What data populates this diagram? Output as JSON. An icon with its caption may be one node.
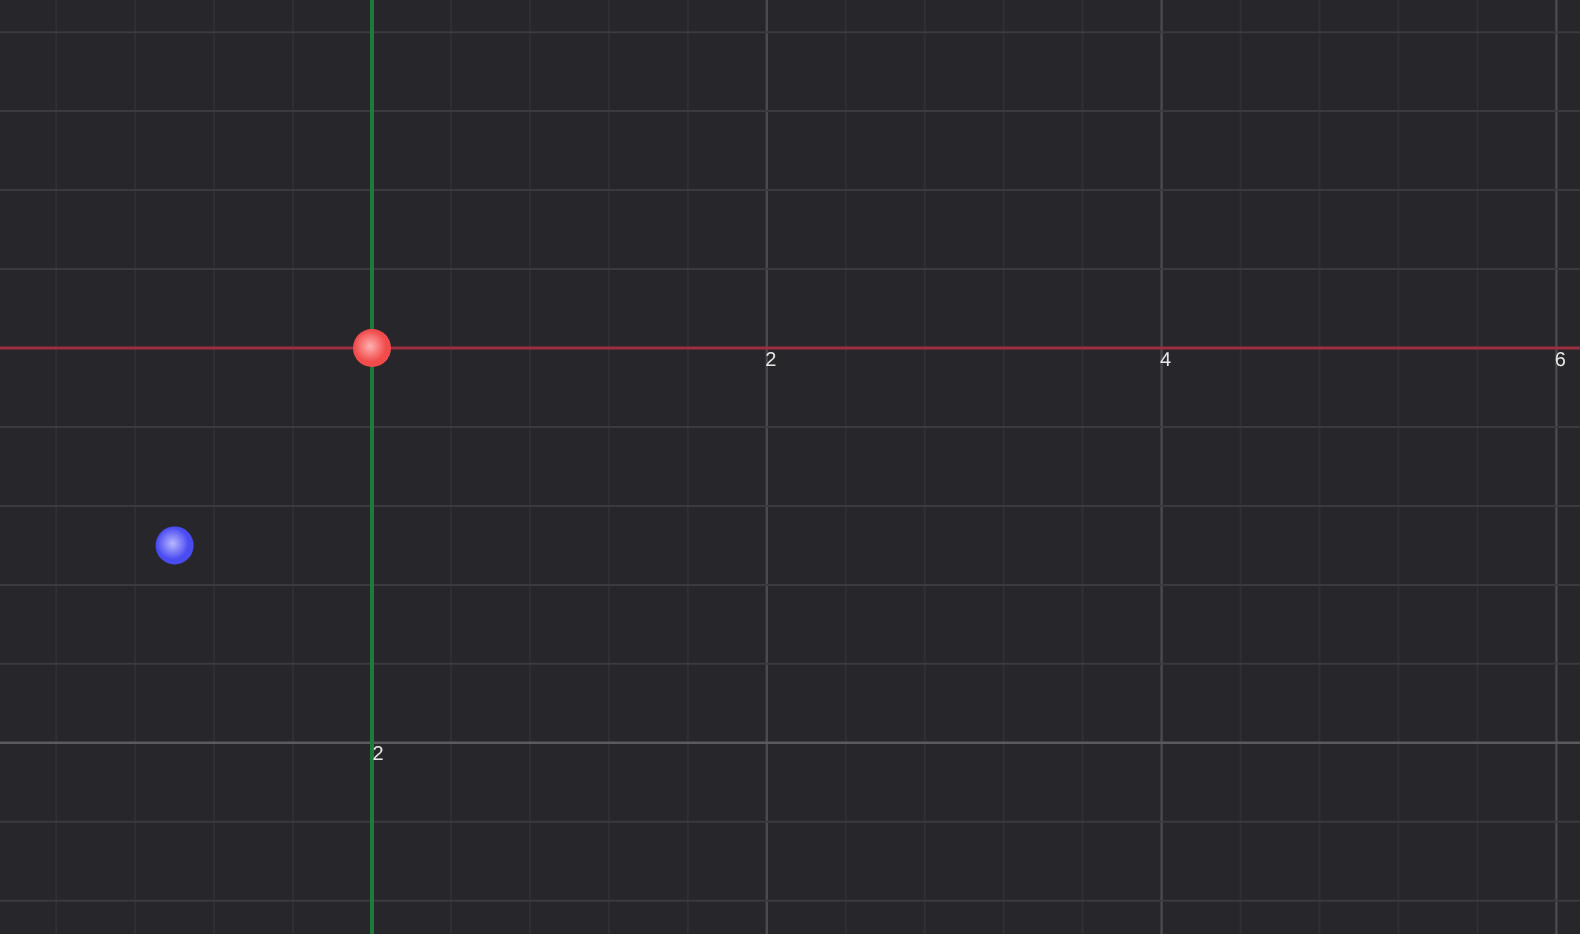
{
  "diagram": {
    "labels": [
      "2",
      "4",
      "6",
      "2"
    ]
  }
}
